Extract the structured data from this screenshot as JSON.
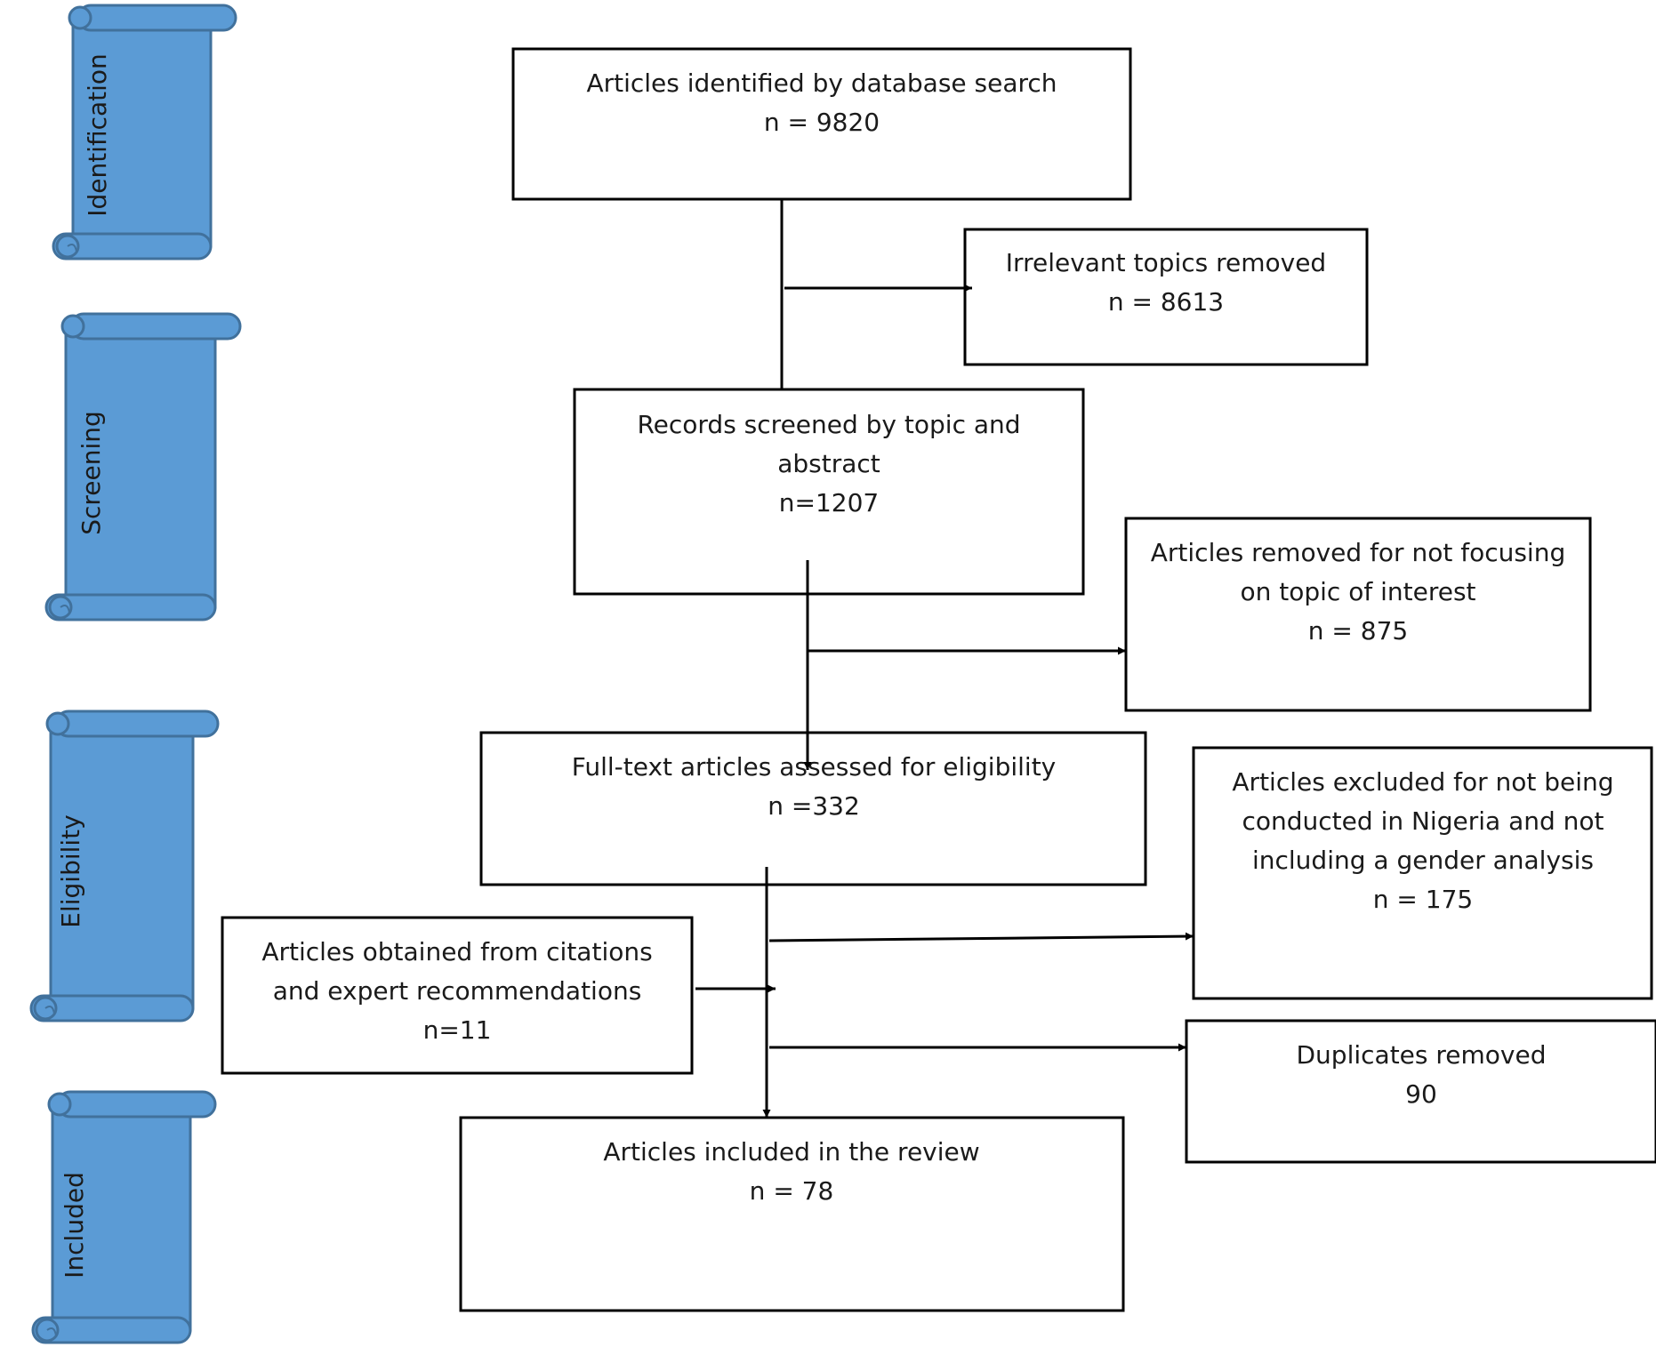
{
  "colors": {
    "scroll_fill": "#5b9bd5",
    "scroll_stroke": "#41719c",
    "box_stroke": "#000000",
    "text": "#1a1a1a"
  },
  "stages": [
    {
      "id": "identification",
      "label": "Identification"
    },
    {
      "id": "screening",
      "label": "Screening"
    },
    {
      "id": "eligibility",
      "label": "Eligibility"
    },
    {
      "id": "included",
      "label": "Included"
    }
  ],
  "boxes": {
    "identified": {
      "lines": [
        "Articles identified by database search",
        "n = 9820"
      ]
    },
    "irrelevant": {
      "lines": [
        "Irrelevant topics removed",
        "n = 8613"
      ]
    },
    "screened": {
      "lines": [
        "Records screened by topic and",
        "abstract",
        "n=1207"
      ]
    },
    "not_focusing": {
      "lines": [
        "Articles removed for not focusing",
        "on topic of interest",
        "n = 875"
      ]
    },
    "full_text": {
      "lines": [
        "Full-text articles assessed for eligibility",
        "n =332"
      ]
    },
    "excluded": {
      "lines": [
        "Articles excluded for not being",
        "conducted in Nigeria and not",
        "including a gender analysis",
        "n = 175"
      ]
    },
    "citations": {
      "lines": [
        "Articles obtained from citations",
        "and expert recommendations",
        "n=11"
      ]
    },
    "duplicates": {
      "lines": [
        "Duplicates removed",
        "90"
      ]
    },
    "included": {
      "lines": [
        "Articles included in the review",
        "n = 78"
      ]
    }
  }
}
